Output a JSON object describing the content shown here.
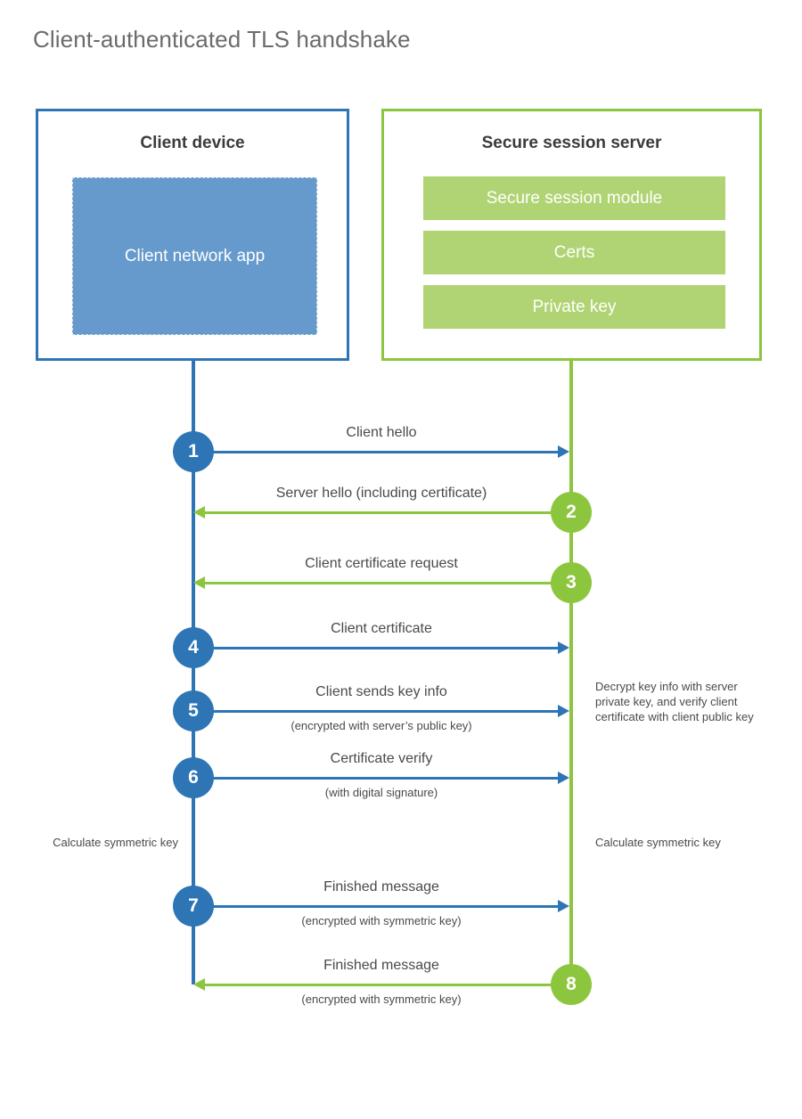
{
  "title": "Client-authenticated TLS handshake",
  "colors": {
    "client_blue": "#2e75b6",
    "client_app_fill": "#6699cc",
    "server_green": "#8cc63e",
    "server_bar_fill": "#b0d473",
    "text_gray": "#4a4a4a",
    "title_gray": "#6b6b6b",
    "background": "#ffffff"
  },
  "client_box": {
    "title": "Client device",
    "app_label": "Client network app"
  },
  "server_box": {
    "title": "Secure session server",
    "bars": [
      {
        "label": "Secure session module"
      },
      {
        "label": "Certs"
      },
      {
        "label": "Private key"
      }
    ]
  },
  "steps": [
    {
      "number": "1",
      "label": "Client hello",
      "sublabel": "",
      "direction": "client-to-server",
      "color": "blue"
    },
    {
      "number": "2",
      "label": "Server hello (including certificate)",
      "sublabel": "",
      "direction": "server-to-client",
      "color": "green"
    },
    {
      "number": "3",
      "label": "Client certificate request",
      "sublabel": "",
      "direction": "server-to-client",
      "color": "green"
    },
    {
      "number": "4",
      "label": "Client certificate",
      "sublabel": "",
      "direction": "client-to-server",
      "color": "blue"
    },
    {
      "number": "5",
      "label": "Client sends key info",
      "sublabel": "(encrypted with server’s public key)",
      "direction": "client-to-server",
      "color": "blue"
    },
    {
      "number": "6",
      "label": "Certificate verify",
      "sublabel": "(with digital signature)",
      "direction": "client-to-server",
      "color": "blue"
    },
    {
      "number": "7",
      "label": "Finished message",
      "sublabel": "(encrypted with symmetric key)",
      "direction": "client-to-server",
      "color": "blue"
    },
    {
      "number": "8",
      "label": "Finished message",
      "sublabel": "(encrypted with symmetric key)",
      "direction": "server-to-client",
      "color": "green"
    }
  ],
  "annotations": {
    "server_decrypt": "Decrypt key info with server private key, and verify client certificate with client public key",
    "client_calculate": "Calculate symmetric key",
    "server_calculate": "Calculate symmetric key"
  }
}
